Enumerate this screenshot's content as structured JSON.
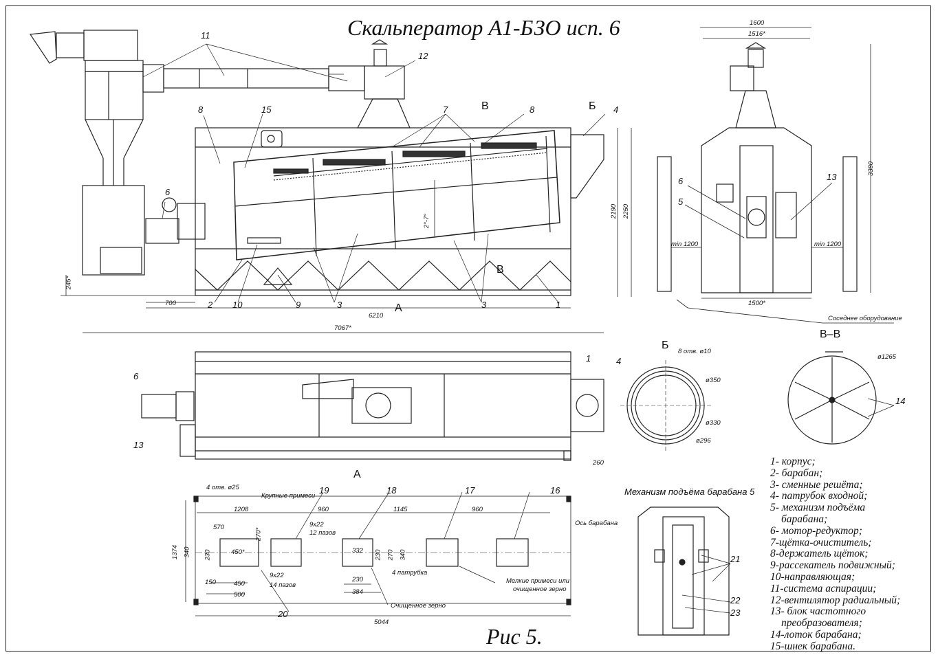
{
  "title": "Скальператор А1-БЗО исп. 6",
  "figure_label": "Рис 5.",
  "legend": [
    "1- корпус;",
    "2- барабан;",
    "3- сменные решёта;",
    "4- патрубок входной;",
    "5- механизм подъёма",
    "барабана;",
    "6- мотор-редуктор;",
    "7-щётка-очиститель;",
    "8-держатель щёток;",
    "9-рассекатель подвижный;",
    "10-направляющая;",
    "11-система аспирации;",
    "12-вентилятор радиальный;",
    "13- блок частотного",
    "преобразователя;",
    "14-лоток барабана;",
    "15-шнек барабана."
  ],
  "views": {
    "section_b": "Б",
    "section_vv": "В–В",
    "view_a": "А",
    "arrow_a": "А",
    "mechanism_title": "Механизм подъёма барабана 5",
    "vv_marker": "В",
    "b_marker": "Б"
  },
  "callouts": {
    "c1": "1",
    "c2": "2",
    "c3": "3",
    "c3b": "3",
    "c4": "4",
    "c6": "6",
    "c7": "7",
    "c8": "8",
    "c8b": "8",
    "c9": "9",
    "c10": "10",
    "c11": "11",
    "c12": "12",
    "c15": "15",
    "c5": "5",
    "c6s": "6",
    "c13s": "13",
    "c1p": "1",
    "c4p": "4",
    "c6p": "6",
    "c13p": "13",
    "c14": "14",
    "c16": "16",
    "c17": "17",
    "c18": "18",
    "c19": "19",
    "c20": "20",
    "c21": "21",
    "c22": "22",
    "c23": "23"
  },
  "dimensions": {
    "d245": "245*",
    "d700": "700",
    "d6210": "6210",
    "d7067": "7067*",
    "d2190": "2190",
    "d2250": "2250",
    "d2_7": "2°-7°",
    "d1600": "1600",
    "d1516": "1516*",
    "d1500": "1500*",
    "d3380": "3380",
    "dmin1": "min 1200",
    "dmin2": "min 1200",
    "neighbor": "Соседнее оборудование",
    "d260": "260",
    "holes8": "8 отв. ø10",
    "d350": "ø350",
    "d330": "ø330",
    "d296": "ø296",
    "d1265": "ø1265",
    "holes4": "4 отв. ø25",
    "coarse": "Крупные примеси",
    "d1208": "1208",
    "d960a": "960",
    "d1145": "1145",
    "d960b": "960",
    "axis": "Ось барабана",
    "d570": "570",
    "d270a": "270*",
    "d1374": "1374",
    "d340a": "340",
    "d230a": "230",
    "d450s": "450*",
    "d150": "150",
    "d450": "450",
    "d500": "500",
    "slot9a": "9х22",
    "slot14": "14 пазов",
    "slot9b": "9х22",
    "slot12": "12 пазов",
    "d332": "332",
    "d230b": "230",
    "d270b": "270",
    "d340b": "340",
    "d230c": "230",
    "d384": "384",
    "nozzles": "4 патрубка",
    "clean": "Очищенное зерно",
    "fine1": "Мелкие примеси или",
    "fine2": "очищенное зерно",
    "d5044": "5044"
  }
}
